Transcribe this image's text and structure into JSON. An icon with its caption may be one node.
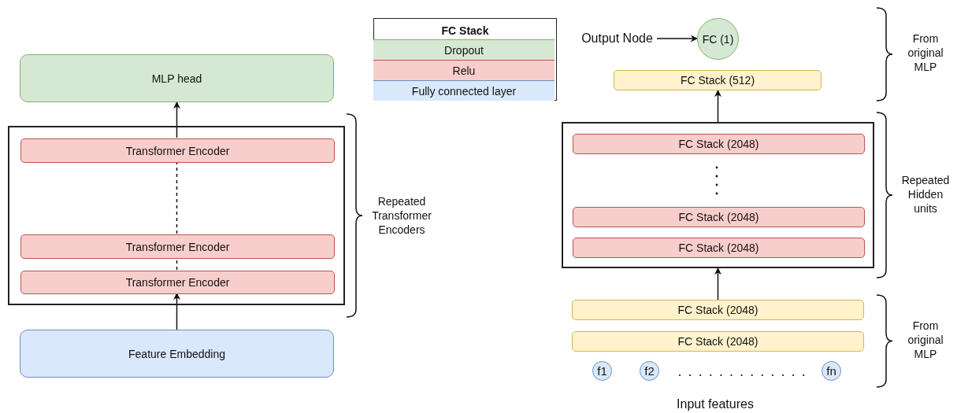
{
  "diagram": {
    "nodes": [
      {
        "text": [
          "MLP head"
        ]
      },
      {
        "text": [],
        "shape": "box"
      },
      {
        "text": [
          "Transformer Encoder"
        ],
        "in": 1
      },
      {
        "text": [
          "Transformer Encoder"
        ],
        "in": 1
      },
      {
        "text": [
          "Transformer Encoder"
        ],
        "in": 1
      },
      {
        "text": [
          "Feature Embedding"
        ]
      },
      {
        "text": [
          "FC Stack"
        ]
      },
      {
        "text": [
          "Dropout"
        ],
        "in": 6
      },
      {
        "text": [
          "Relu"
        ],
        "in": 6
      },
      {
        "text": [
          "Fully connected layer"
        ],
        "in": 6
      },
      {
        "text": [
          "Output Node"
        ]
      },
      {
        "text": [
          "FC (1)"
        ]
      },
      {
        "text": [
          "FC Stack (512)"
        ]
      },
      {
        "text": [],
        "shape": "box"
      },
      {
        "text": [
          "FC Stack (2048)"
        ],
        "in": 13
      },
      {
        "text": [
          "FC Stack (2048)"
        ],
        "in": 13
      },
      {
        "text": [
          "FC Stack (2048)"
        ],
        "in": 13
      },
      {
        "text": [
          "FC Stack (2048)"
        ]
      },
      {
        "text": [
          "FC Stack (2048)"
        ]
      },
      {
        "text": [
          "f1"
        ]
      },
      {
        "text": [
          "f2"
        ]
      },
      {
        "text": [
          "fn"
        ]
      }
    ],
    "edges": [
      {
        "from": 5,
        "to": 4,
        "arrow": "to"
      },
      {
        "from": 4,
        "to": 3,
        "arrow": "none",
        "style": "dashed"
      },
      {
        "from": 3,
        "to": 2,
        "arrow": "none",
        "style": "dashed"
      },
      {
        "from": 2,
        "to": 0,
        "arrow": "to"
      },
      {
        "from": 10,
        "to": 11,
        "arrow": "to"
      },
      {
        "from": 17,
        "to": 13,
        "arrow": "to"
      },
      {
        "from": 13,
        "to": 12,
        "arrow": "to"
      }
    ],
    "labels": [
      "From original MLP",
      "Repeated Transformer Encoders",
      "Repeated Hidden units",
      "From original MLP",
      "Input features"
    ]
  }
}
